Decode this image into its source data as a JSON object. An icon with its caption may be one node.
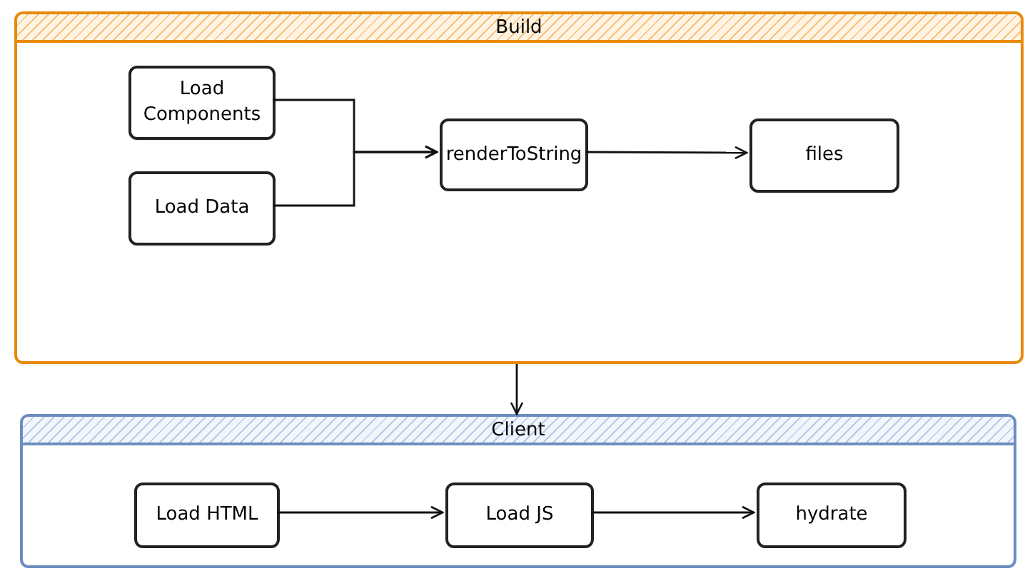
{
  "diagram": {
    "nodes": [
      {
        "text": [
          "Build"
        ]
      },
      {
        "text": [
          "Load Components"
        ],
        "in": 0
      },
      {
        "text": [
          "Load Data"
        ],
        "in": 0
      },
      {
        "text": [
          "renderToString"
        ],
        "in": 0
      },
      {
        "text": [
          "files"
        ],
        "in": 0
      },
      {
        "text": [
          "Client"
        ]
      },
      {
        "text": [
          "Load HTML"
        ],
        "in": 5
      },
      {
        "text": [
          "Load JS"
        ],
        "in": 5
      },
      {
        "text": [
          "hydrate"
        ],
        "in": 5
      }
    ],
    "edges": [
      {
        "from": 1,
        "to": 3,
        "arrow": "to"
      },
      {
        "from": 2,
        "to": 3,
        "arrow": "to"
      },
      {
        "from": 3,
        "to": 4,
        "arrow": "to"
      },
      {
        "from": 0,
        "to": 5,
        "arrow": "to"
      },
      {
        "from": 6,
        "to": 7,
        "arrow": "to"
      },
      {
        "from": 7,
        "to": 8,
        "arrow": "to"
      }
    ]
  }
}
